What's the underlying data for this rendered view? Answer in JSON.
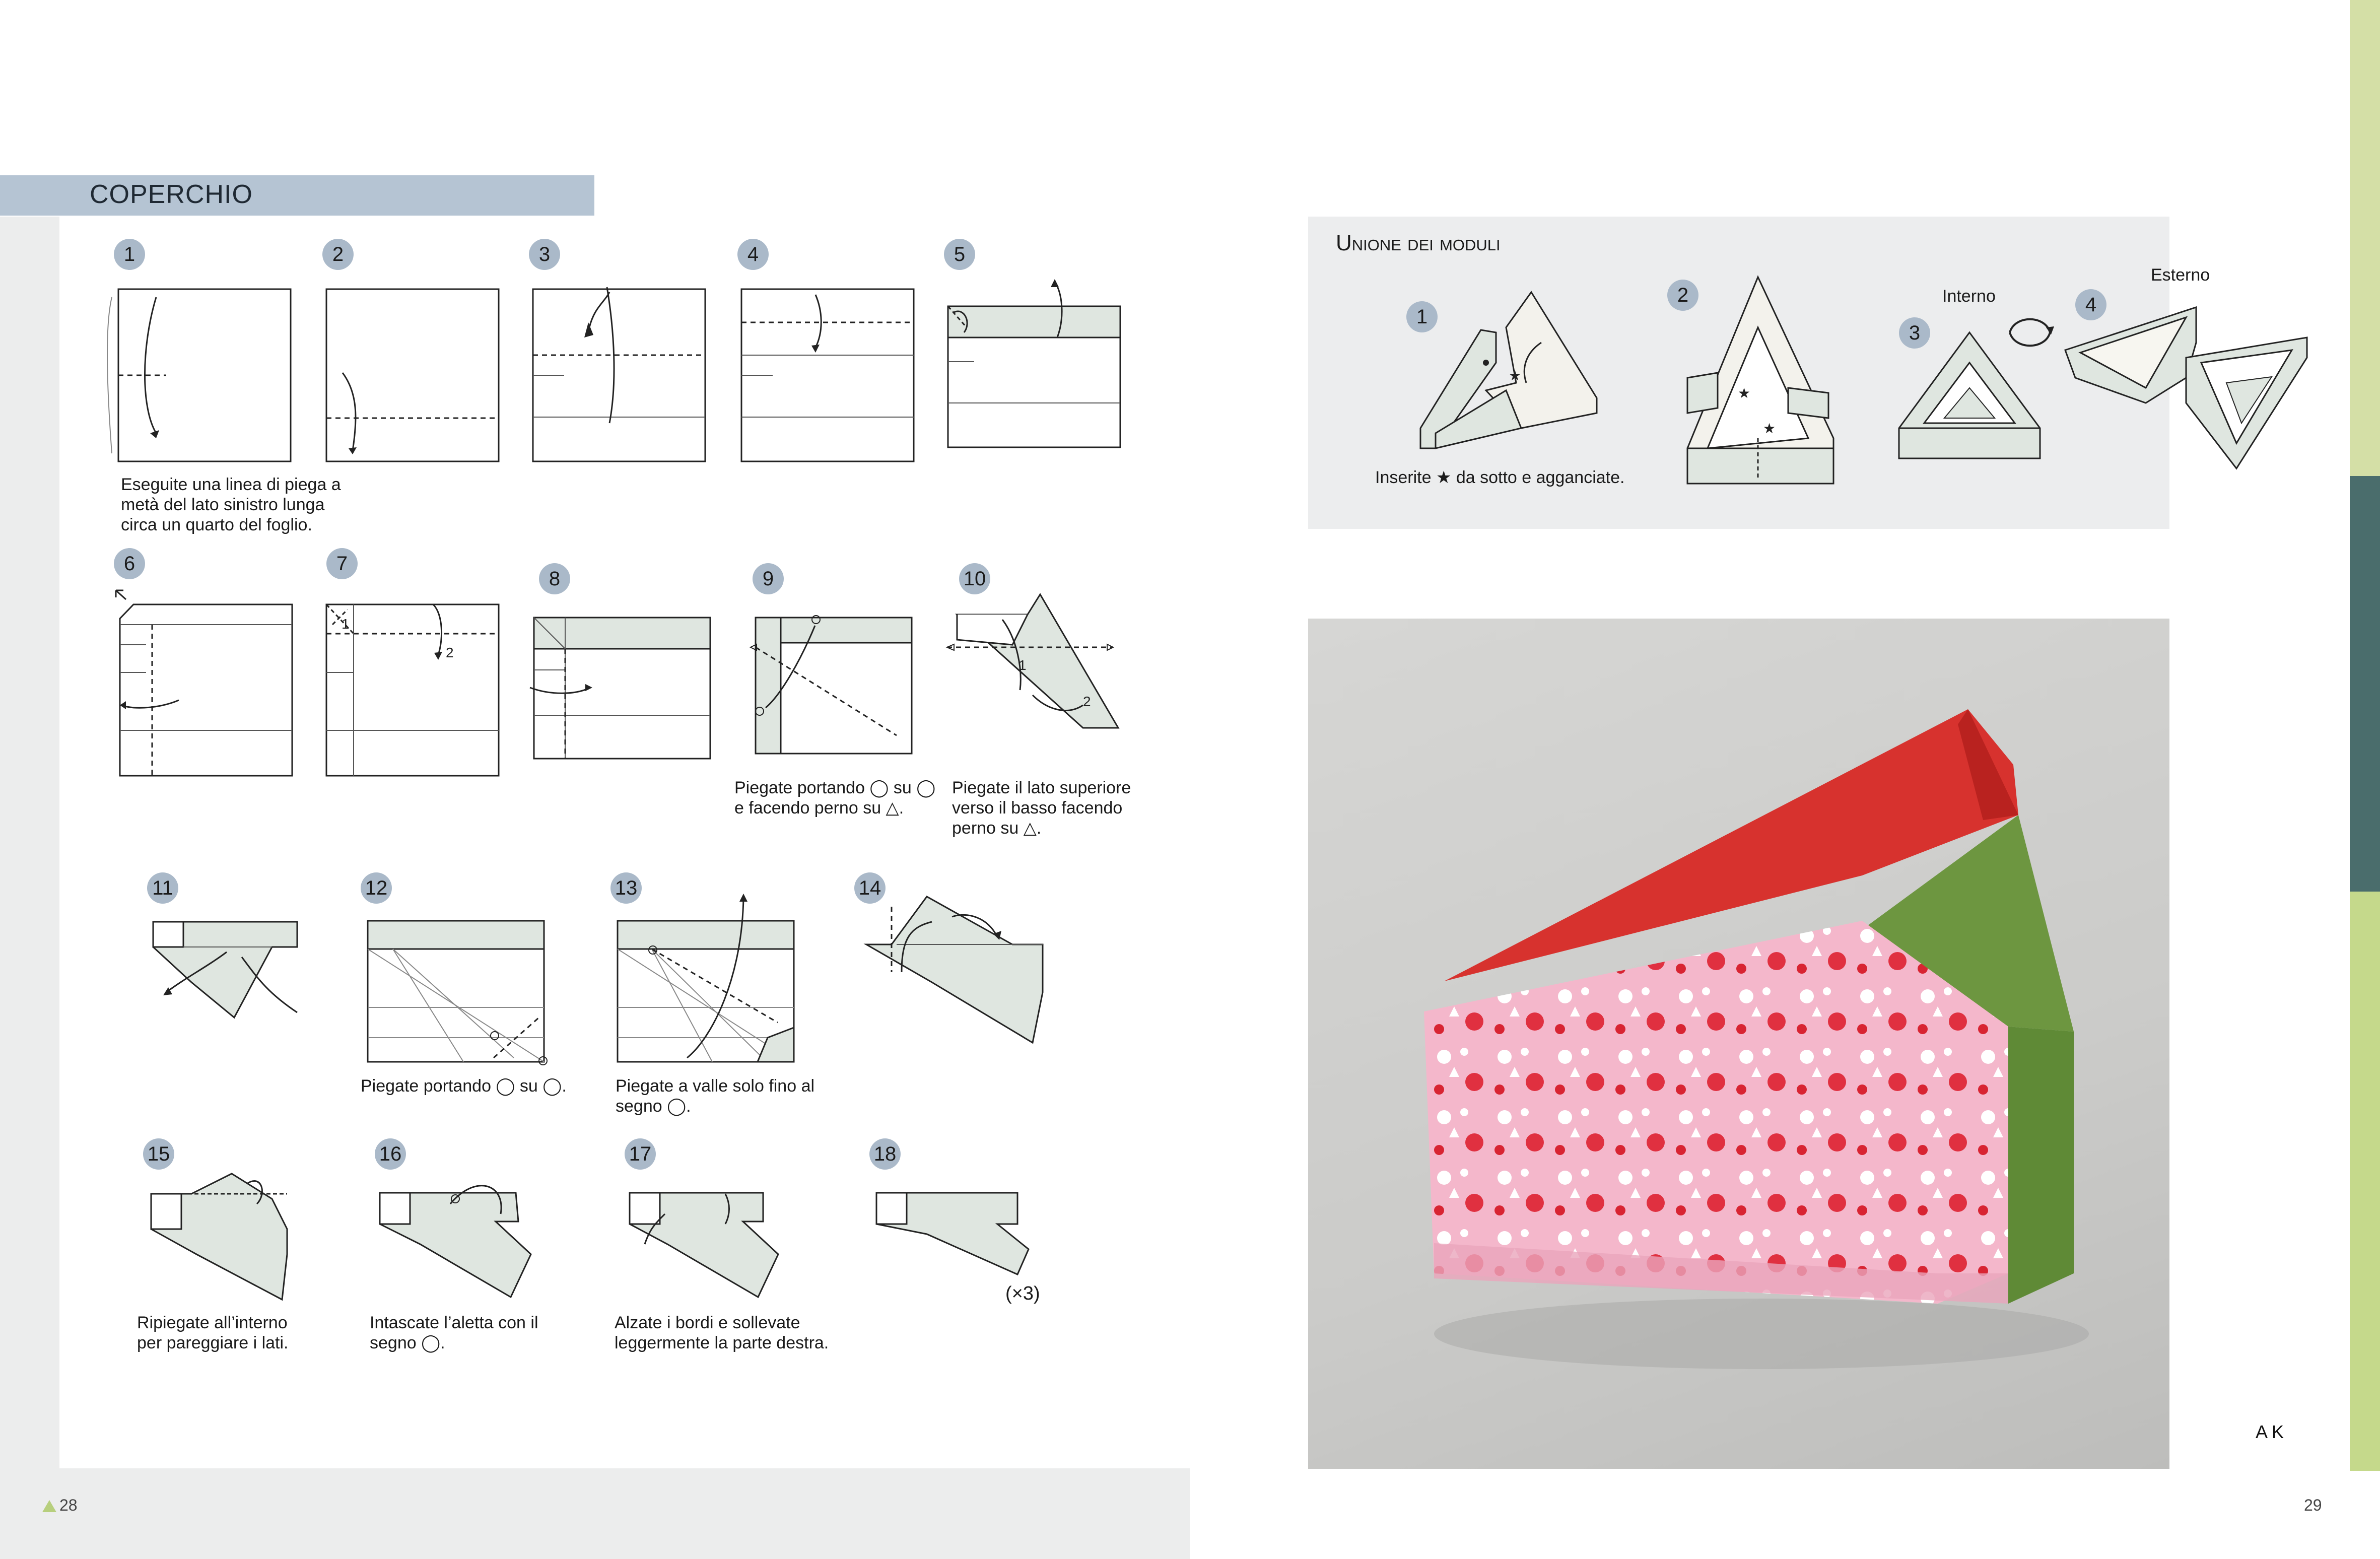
{
  "left_page": {
    "section_title": "COPERCHIO",
    "page_number": "28",
    "steps": [
      {
        "num": "1",
        "caption": [
          "Eseguite una linea di piega a",
          "metà del lato sinistro lunga",
          "circa un quarto del foglio."
        ]
      },
      {
        "num": "2",
        "caption": []
      },
      {
        "num": "3",
        "caption": []
      },
      {
        "num": "4",
        "caption": []
      },
      {
        "num": "5",
        "caption": []
      },
      {
        "num": "6",
        "caption": []
      },
      {
        "num": "7",
        "caption": []
      },
      {
        "num": "8",
        "caption": []
      },
      {
        "num": "9",
        "caption": [
          "Piegate portando ◯ su ◯",
          "e facendo perno su △."
        ]
      },
      {
        "num": "10",
        "caption": [
          "Piegate il lato superiore",
          "verso il basso facendo",
          "perno su △."
        ]
      },
      {
        "num": "11",
        "caption": []
      },
      {
        "num": "12",
        "caption": [
          "Piegate portando ◯ su ◯."
        ]
      },
      {
        "num": "13",
        "caption": [
          "Piegate a valle solo fino al",
          "segno ◯."
        ]
      },
      {
        "num": "14",
        "caption": []
      },
      {
        "num": "15",
        "caption": [
          "Ripiegate all’interno",
          "per pareggiare i lati."
        ]
      },
      {
        "num": "16",
        "caption": [
          "Intascate l’aletta con il",
          "segno ◯."
        ]
      },
      {
        "num": "17",
        "caption": [
          "Alzate i bordi e sollevate",
          "leggermente la parte destra."
        ]
      },
      {
        "num": "18",
        "caption": []
      }
    ],
    "repeat_note": "(×3)",
    "fold_labels": {
      "one": "1",
      "two": "2"
    }
  },
  "right_page": {
    "union_title": "Unione dei moduli",
    "union_steps": [
      {
        "num": "1",
        "caption": "Inserite ★ da sotto e agganciate."
      },
      {
        "num": "2"
      },
      {
        "num": "3",
        "label": "Interno"
      },
      {
        "num": "4",
        "label": "Esterno"
      }
    ],
    "photo_credit": "AK",
    "page_number": "29"
  },
  "colors": {
    "paper_green_grey": "#dfe6e0",
    "step_badge": "#aab9c9",
    "title_band": "#b5c4d3",
    "side_bar_light": "#d4dfa6",
    "side_bar_dark": "#4a6d6c",
    "side_bar_green": "#c5d98b",
    "box_red": "#d7322e",
    "box_green": "#5f8a36",
    "box_pink": "#f3b8cc"
  }
}
